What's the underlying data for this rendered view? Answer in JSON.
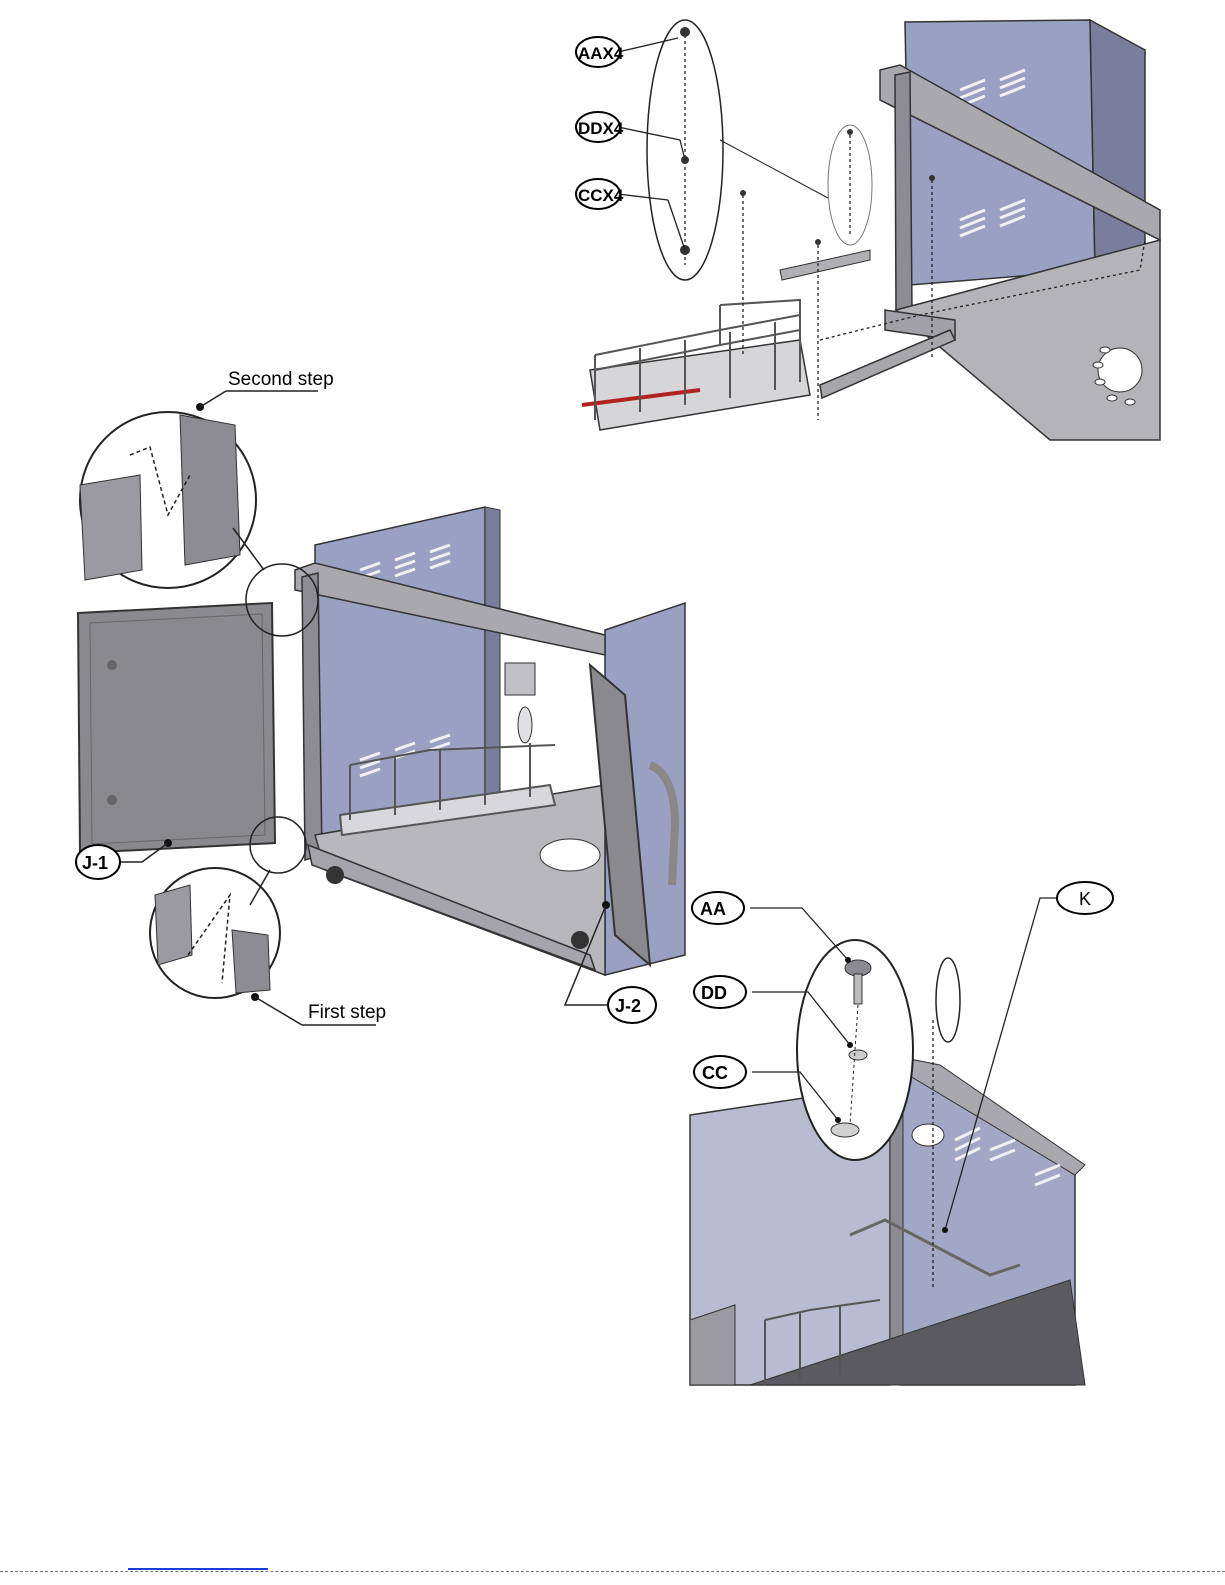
{
  "figures": {
    "drawer_install": {
      "callouts": [
        "AAX4",
        "DDX4",
        "CCX4"
      ]
    },
    "door_install": {
      "second_step": "Second step",
      "first_step": "First step",
      "left_door": "J-1",
      "right_door": "J-2"
    },
    "detail_k": {
      "callouts": [
        "AA",
        "DD",
        "CC",
        "K"
      ]
    }
  },
  "colors": {
    "steel": "#9a9aa2",
    "steel_dark": "#6c6c74",
    "panel_blue": "#9aa0c2",
    "panel_light": "#b9bdd6",
    "door": "#8a8a8e",
    "rail_red": "#b22222"
  }
}
